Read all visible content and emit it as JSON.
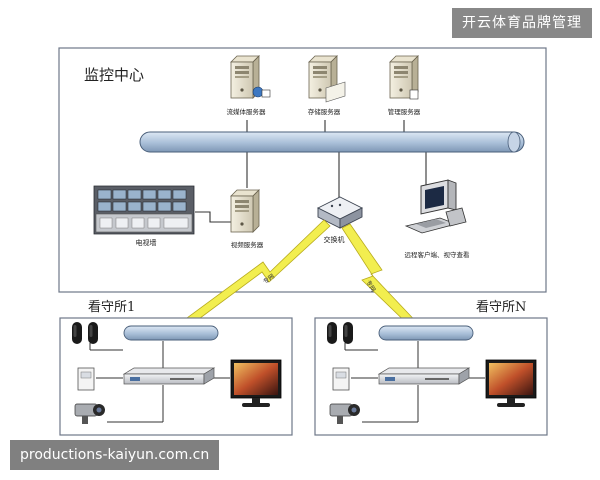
{
  "watermarks": {
    "top_right": "开云体育品牌管理",
    "bottom_left": "productions-kaiyun.com.cn"
  },
  "center": {
    "title": "监控中心",
    "servers": {
      "streaming": "流媒体服务器",
      "storage": "存储服务器",
      "management": "管理服务器",
      "video": "视频服务器"
    },
    "tv_wall": "电视墙",
    "switch": "交换机",
    "remote_client": "远程客户端、视守查看"
  },
  "links": {
    "left": "专网",
    "right": "专网"
  },
  "stations": [
    {
      "title": "看守所1"
    },
    {
      "title": "看守所N"
    }
  ],
  "colors": {
    "frame": "#6e7788",
    "bus_fill": "#a9bfd8",
    "bus_stroke": "#4a5f7a",
    "lightning": "#f2ee4f",
    "line": "#333333"
  }
}
